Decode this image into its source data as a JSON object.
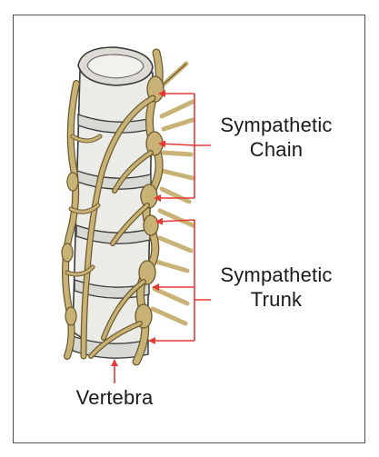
{
  "labels": {
    "chain": [
      "Sympathetic",
      "Chain"
    ],
    "trunk": [
      "Sympathetic",
      "Trunk"
    ],
    "vertebra": "Vertebra"
  },
  "colors": {
    "nerve": "#c9b275",
    "nerve_outline": "#6b5a2e",
    "bone": "#ebebe8",
    "disc": "#d9d9d4",
    "outline": "#3a3a3a",
    "arrow": "#e53935"
  }
}
